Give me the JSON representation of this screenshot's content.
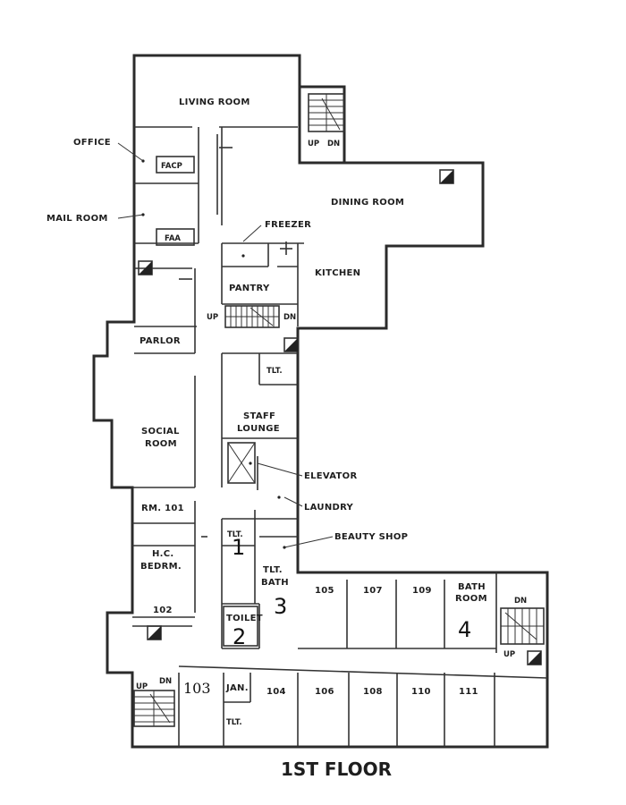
{
  "floor_title": "1ST FLOOR",
  "rooms": {
    "living_room": "LIVING ROOM",
    "office": "OFFICE",
    "facp": "FACP",
    "mail_room": "MAIL ROOM",
    "faa": "FAA",
    "dining_room": "DINING ROOM",
    "freezer": "FREEZER",
    "kitchen": "KITCHEN",
    "pantry": "PANTRY",
    "parlor": "PARLOR",
    "tlt_upper": "TLT.",
    "staff_lounge_1": "STAFF",
    "staff_lounge_2": "LOUNGE",
    "social_room_1": "SOCIAL",
    "social_room_2": "ROOM",
    "elevator": "ELEVATOR",
    "laundry": "LAUNDRY",
    "rm101": "RM. 101",
    "tlt_1": "TLT.",
    "beauty_shop": "BEAUTY SHOP",
    "hc_bedrm_1": "H.C.",
    "hc_bedrm_2": "BEDRM.",
    "tlt_bath_1": "TLT.",
    "tlt_bath_2": "BATH",
    "r102": "102",
    "toilet": "TOILET",
    "r105": "105",
    "r107": "107",
    "r109": "109",
    "bath_room_1": "BATH",
    "bath_room_2": "ROOM",
    "jan": "JAN.",
    "r104": "104",
    "r106": "106",
    "r108": "108",
    "r110": "110",
    "r111": "111",
    "tlt_lower": "TLT."
  },
  "stairs": {
    "top_up": "UP",
    "top_dn": "DN",
    "mid_up": "UP",
    "mid_dn": "DN",
    "right_dn": "DN",
    "right_up": "UP",
    "left_up": "UP",
    "left_dn": "DN"
  },
  "handwritten": {
    "n1": "1",
    "n2": "2",
    "n3": "3",
    "n4": "4",
    "n103": "103"
  }
}
